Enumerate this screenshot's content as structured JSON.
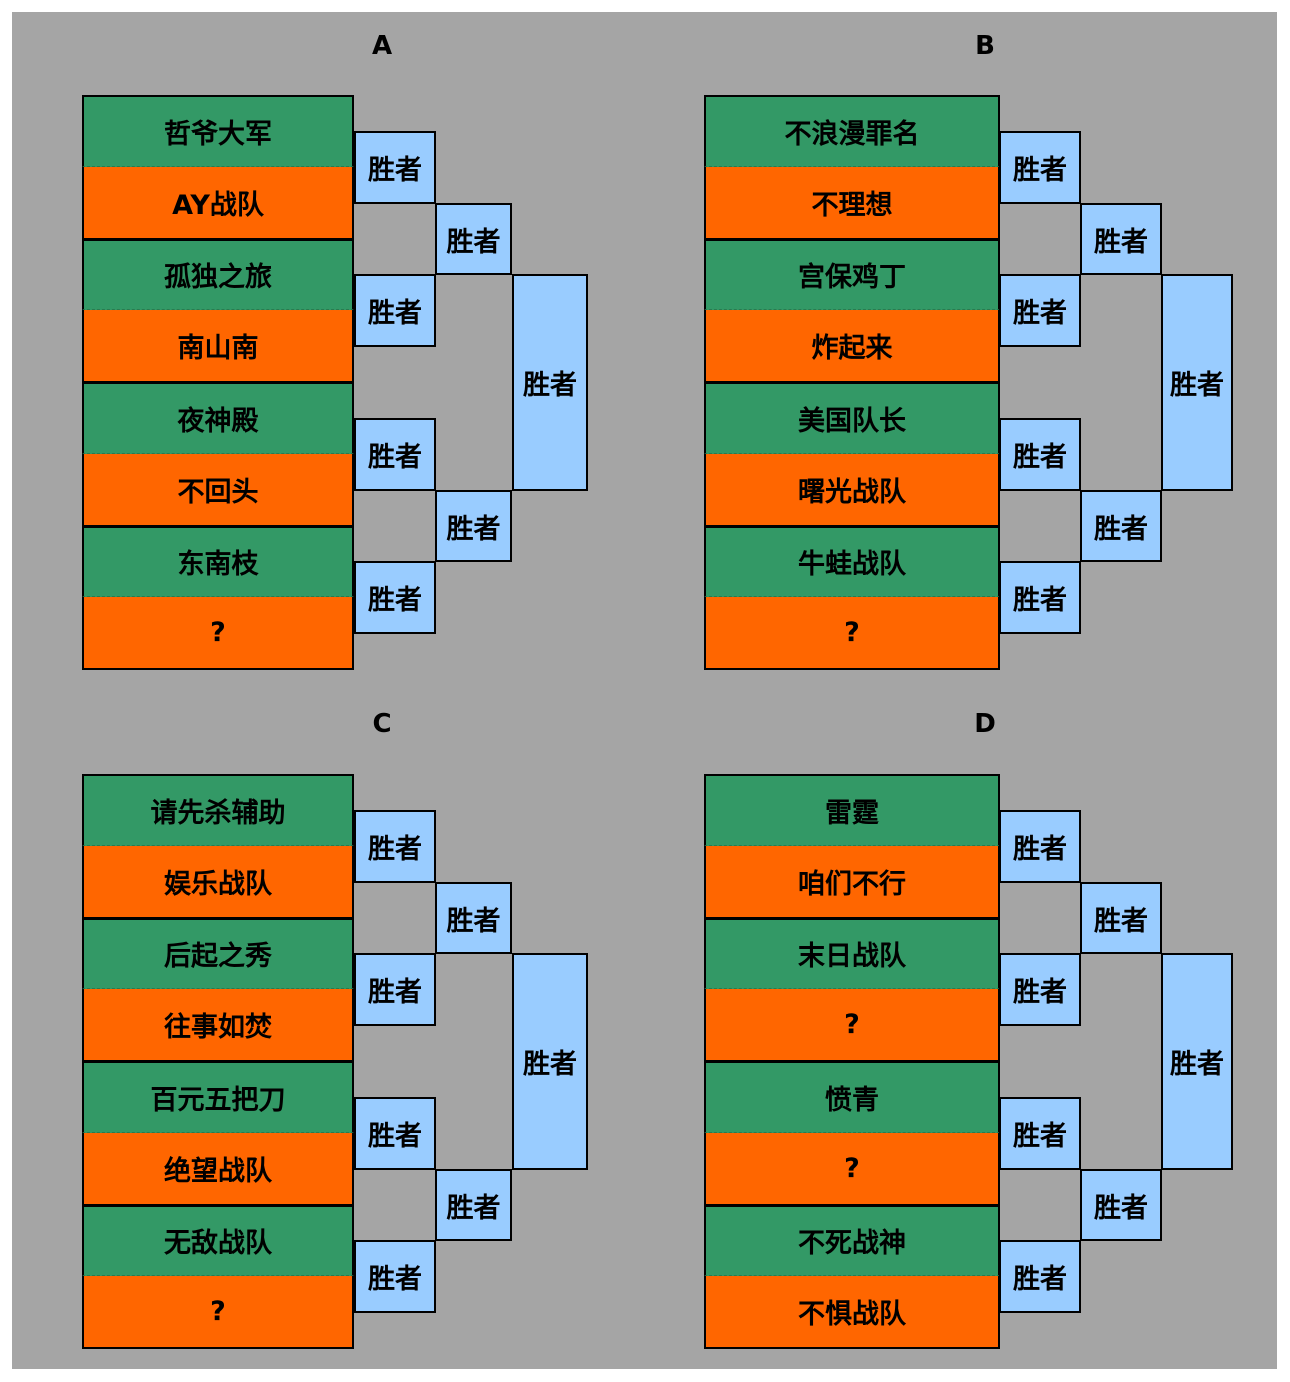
{
  "winner_label": "胜者",
  "groups": [
    {
      "title": "A",
      "teams": [
        "哲爷大军",
        "AY战队",
        "孤独之旅",
        "南山南",
        "夜神殿",
        "不回头",
        "东南枝",
        "?"
      ]
    },
    {
      "title": "B",
      "teams": [
        "不浪漫罪名",
        "不理想",
        "宫保鸡丁",
        "炸起来",
        "美国队长",
        "曙光战队",
        "牛蛙战队",
        "?"
      ]
    },
    {
      "title": "C",
      "teams": [
        "请先杀辅助",
        "娱乐战队",
        "后起之秀",
        "往事如焚",
        "百元五把刀",
        "绝望战队",
        "无敌战队",
        "?"
      ]
    },
    {
      "title": "D",
      "teams": [
        "雷霆",
        "咱们不行",
        "末日战队",
        "?",
        "愤青",
        "?",
        "不死战神",
        "不惧战队"
      ]
    }
  ],
  "colors": {
    "background": "#a5a5a5",
    "team_green": "#339966",
    "team_orange": "#ff6600",
    "winner_box": "#99ccff"
  }
}
